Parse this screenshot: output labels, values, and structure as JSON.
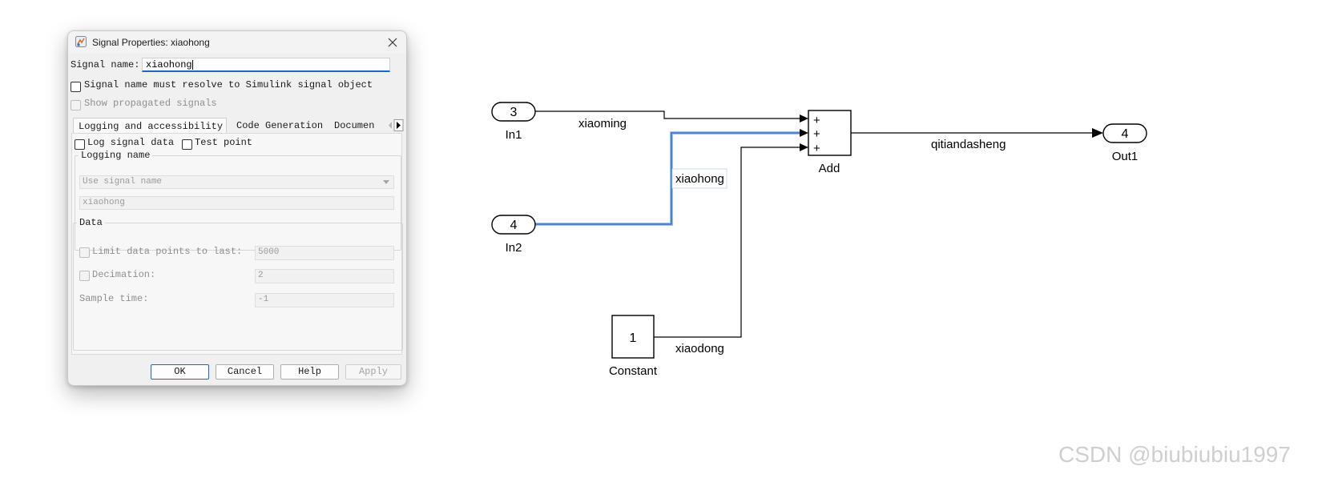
{
  "dialog": {
    "title": "Signal Properties: xiaohong",
    "signal_name_label": "Signal name:",
    "signal_name_value": "xiaohong",
    "resolve_checkbox_label": "Signal name must resolve to Simulink signal object",
    "show_propagated_label": "Show propagated signals",
    "tabs": [
      {
        "label": "Logging and accessibility",
        "active": true
      },
      {
        "label": "Code Generation",
        "active": false
      },
      {
        "label": "Documen",
        "active": false
      }
    ],
    "log_signal_data_label": "Log signal data",
    "test_point_label": "Test point",
    "logging_name": {
      "legend": "Logging name",
      "mode": "Use signal name",
      "value": "xiaohong"
    },
    "data_group": {
      "legend": "Data",
      "limit_label": "Limit data points to last:",
      "limit_value": "5000",
      "decimation_label": "Decimation:",
      "decimation_value": "2",
      "sample_time_label": "Sample time:",
      "sample_time_value": "-1"
    },
    "buttons": {
      "ok": "OK",
      "cancel": "Cancel",
      "help": "Help",
      "apply": "Apply"
    }
  },
  "diagram": {
    "blocks": {
      "in1": {
        "number": "3",
        "label": "In1"
      },
      "in2": {
        "number": "4",
        "label": "In2"
      },
      "constant": {
        "value": "1",
        "label": "Constant"
      },
      "add": {
        "label": "Add",
        "signs": [
          "+",
          "+",
          "+"
        ]
      },
      "out1": {
        "number": "4",
        "label": "Out1"
      }
    },
    "signals": {
      "s1": "xiaoming",
      "s2": "xiaohong",
      "s3": "xiaodong",
      "out": "qitiandasheng"
    },
    "selected_line_color": "#3b7fd9"
  },
  "watermark": "CSDN @biubiubiu1997"
}
